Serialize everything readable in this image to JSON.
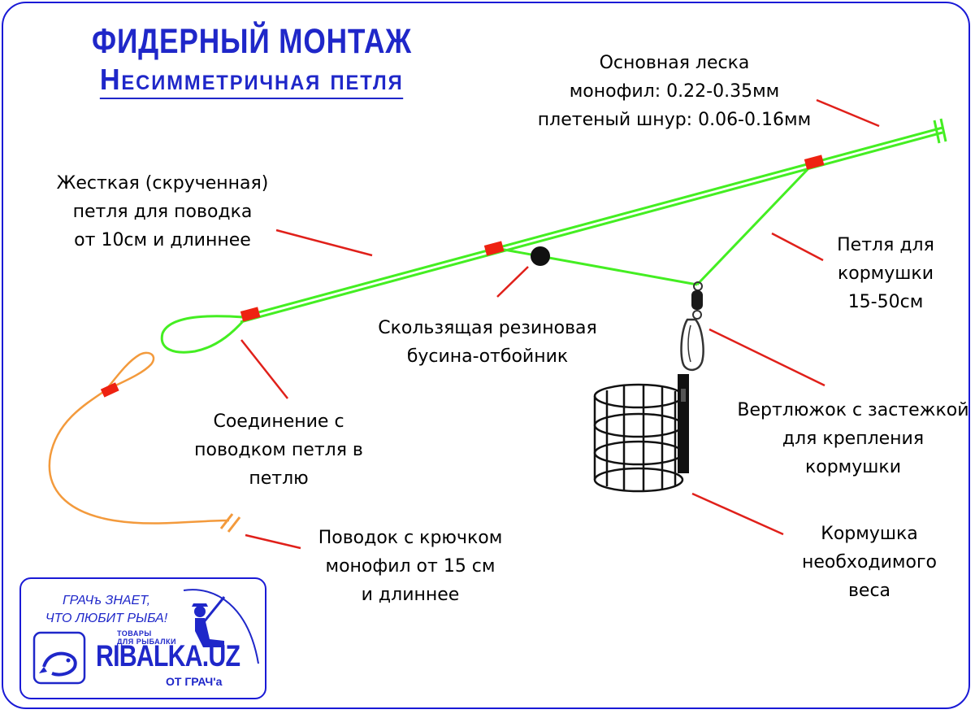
{
  "title": {
    "line1": "ФИДЕРНЫЙ МОНТАЖ",
    "line2": "Несимметричная петля"
  },
  "labels": {
    "main_line": [
      "Основная леска",
      "монофил: 0.22-0.35мм",
      "плетеный шнур: 0.06-0.16мм"
    ],
    "stiff_loop": [
      "Жесткая (скрученная)",
      "петля для поводка",
      "от 10см и длиннее"
    ],
    "feeder_loop": [
      "Петля для",
      "кормушки",
      "15-50см"
    ],
    "bead": [
      "Скользящая резиновая",
      "бусина-отбойник"
    ],
    "connection": [
      "Соединение с",
      "поводком петля в",
      "петлю"
    ],
    "swivel": [
      "Вертлюжок с застежкой",
      "для крепления",
      "кормушки"
    ],
    "hooklink": [
      "Поводок с крючком",
      "монофил от 15 см",
      "и длиннее"
    ],
    "feeder": [
      "Кормушка",
      "необходимого",
      "веса"
    ]
  },
  "logo": {
    "slogan": [
      "ГРАЧъ ЗНАЕТ,",
      "ЧТО ЛЮБИТ РЫБА!"
    ],
    "small_text": [
      "ТОВАРЫ",
      "ДЛЯ РЫБАЛКИ"
    ],
    "brand": "RIBALKA.UZ",
    "from": "ОТ ГРАЧ'а"
  },
  "colors": {
    "frame": "#1a1ad6",
    "title": "#1f27c9",
    "main_line": "#44ee22",
    "hooklink": "#f39a3c",
    "stopper": "#ee2211",
    "pointer": "#e0201a"
  }
}
